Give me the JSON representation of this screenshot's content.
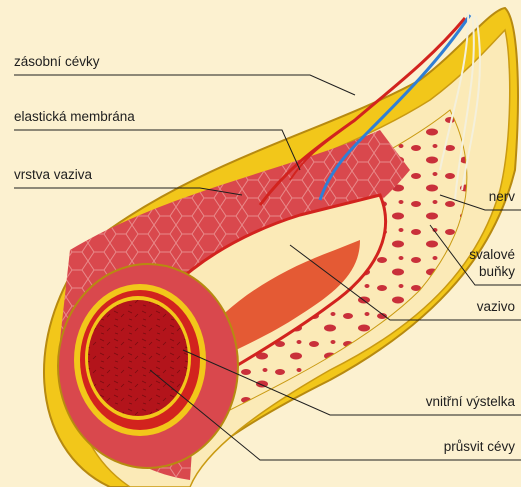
{
  "colors": {
    "background": "#fcf1d0",
    "outer_layer": "#f2c71a",
    "outer_edge": "#c99a12",
    "muscle": "#d9484d",
    "muscle_cells": "#e88888",
    "connective_cream": "#fbeab7",
    "lumen": "#b3141b",
    "vein": "#2f7fd6",
    "artery": "#d2231e",
    "nerve": "#f4f0dc"
  },
  "labels": {
    "zasobni_cevky": "zásobní cévky",
    "elasticka_membrana": "elastická membrána",
    "vrstva_vaziva": "vrstva vaziva",
    "nerv": "nerv",
    "svalove_bunky_1": "svalové",
    "svalove_bunky_2": "buňky",
    "vazivo": "vazivo",
    "vnitrni_vystelka": "vnitřní výstelka",
    "prusvit_cevy": "průsvit cévy"
  }
}
